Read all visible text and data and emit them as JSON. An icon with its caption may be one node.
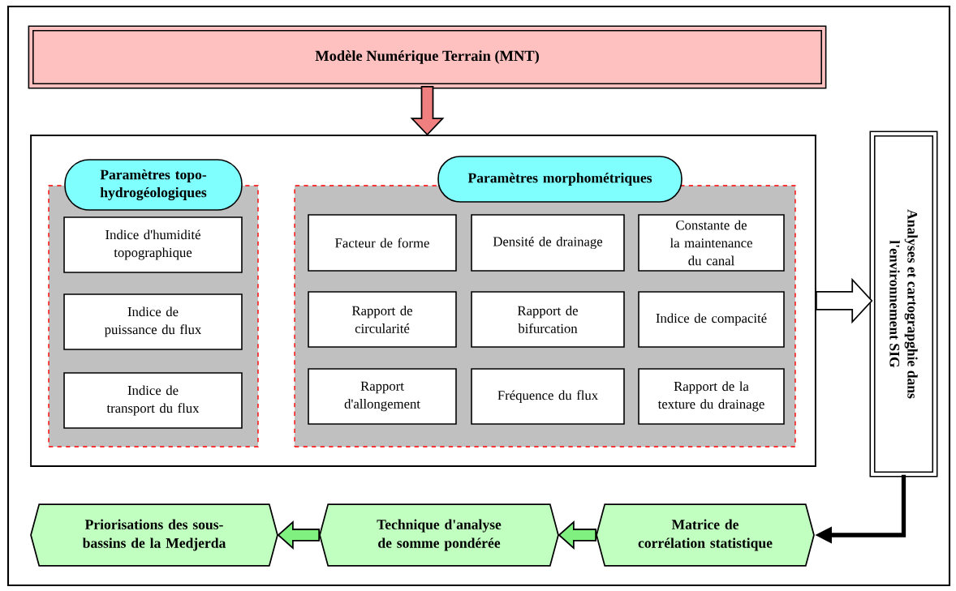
{
  "diagram": {
    "nodes": [
      {
        "text": [
          "Modèle Numérique Terrain (MNT)"
        ]
      },
      {
        "text": [],
        "shape": "box"
      },
      {
        "text": [
          "Paramètres topo-hydrogéologiques"
        ],
        "in": 1
      },
      {
        "text": [
          "Indice d'humidité topographique"
        ],
        "in": 2
      },
      {
        "text": [
          "Indice de puissance du flux"
        ],
        "in": 2
      },
      {
        "text": [
          "Indice de transport du flux"
        ],
        "in": 2
      },
      {
        "text": [
          "Paramètres morphométriques"
        ],
        "in": 1
      },
      {
        "text": [
          "Facteur de forme"
        ],
        "in": 6
      },
      {
        "text": [
          "Densité de drainage"
        ],
        "in": 6
      },
      {
        "text": [
          "Constante de la maintenance du canal"
        ],
        "in": 6
      },
      {
        "text": [
          "Rapport de circularité"
        ],
        "in": 6
      },
      {
        "text": [
          "Rapport de bifurcation"
        ],
        "in": 6
      },
      {
        "text": [
          "Indice de compacité"
        ],
        "in": 6
      },
      {
        "text": [
          "Rapport d'allongement"
        ],
        "in": 6
      },
      {
        "text": [
          "Fréquence du flux"
        ],
        "in": 6
      },
      {
        "text": [
          "Rapport de la texture du drainage"
        ],
        "in": 6
      },
      {
        "text": [
          "Analyses et cartograpghie dans l'environnement SIG"
        ]
      },
      {
        "text": [
          "Matrice de corrélation statistique"
        ]
      },
      {
        "text": [
          "Technique d'analyse de somme pondérée"
        ]
      },
      {
        "text": [
          "Priorisations des sous-bassins de la Medjerda"
        ]
      }
    ],
    "edges": [
      {
        "from": 0,
        "to": 1,
        "arrow": "to",
        "color": "#f08080"
      },
      {
        "from": 1,
        "to": 16,
        "arrow": "to",
        "color": "#ffffff"
      },
      {
        "from": 16,
        "to": 17,
        "arrow": "to"
      },
      {
        "from": 17,
        "to": 18,
        "arrow": "to",
        "color": "#80f080"
      },
      {
        "from": 18,
        "to": 19,
        "arrow": "to",
        "color": "#80f080"
      }
    ]
  }
}
